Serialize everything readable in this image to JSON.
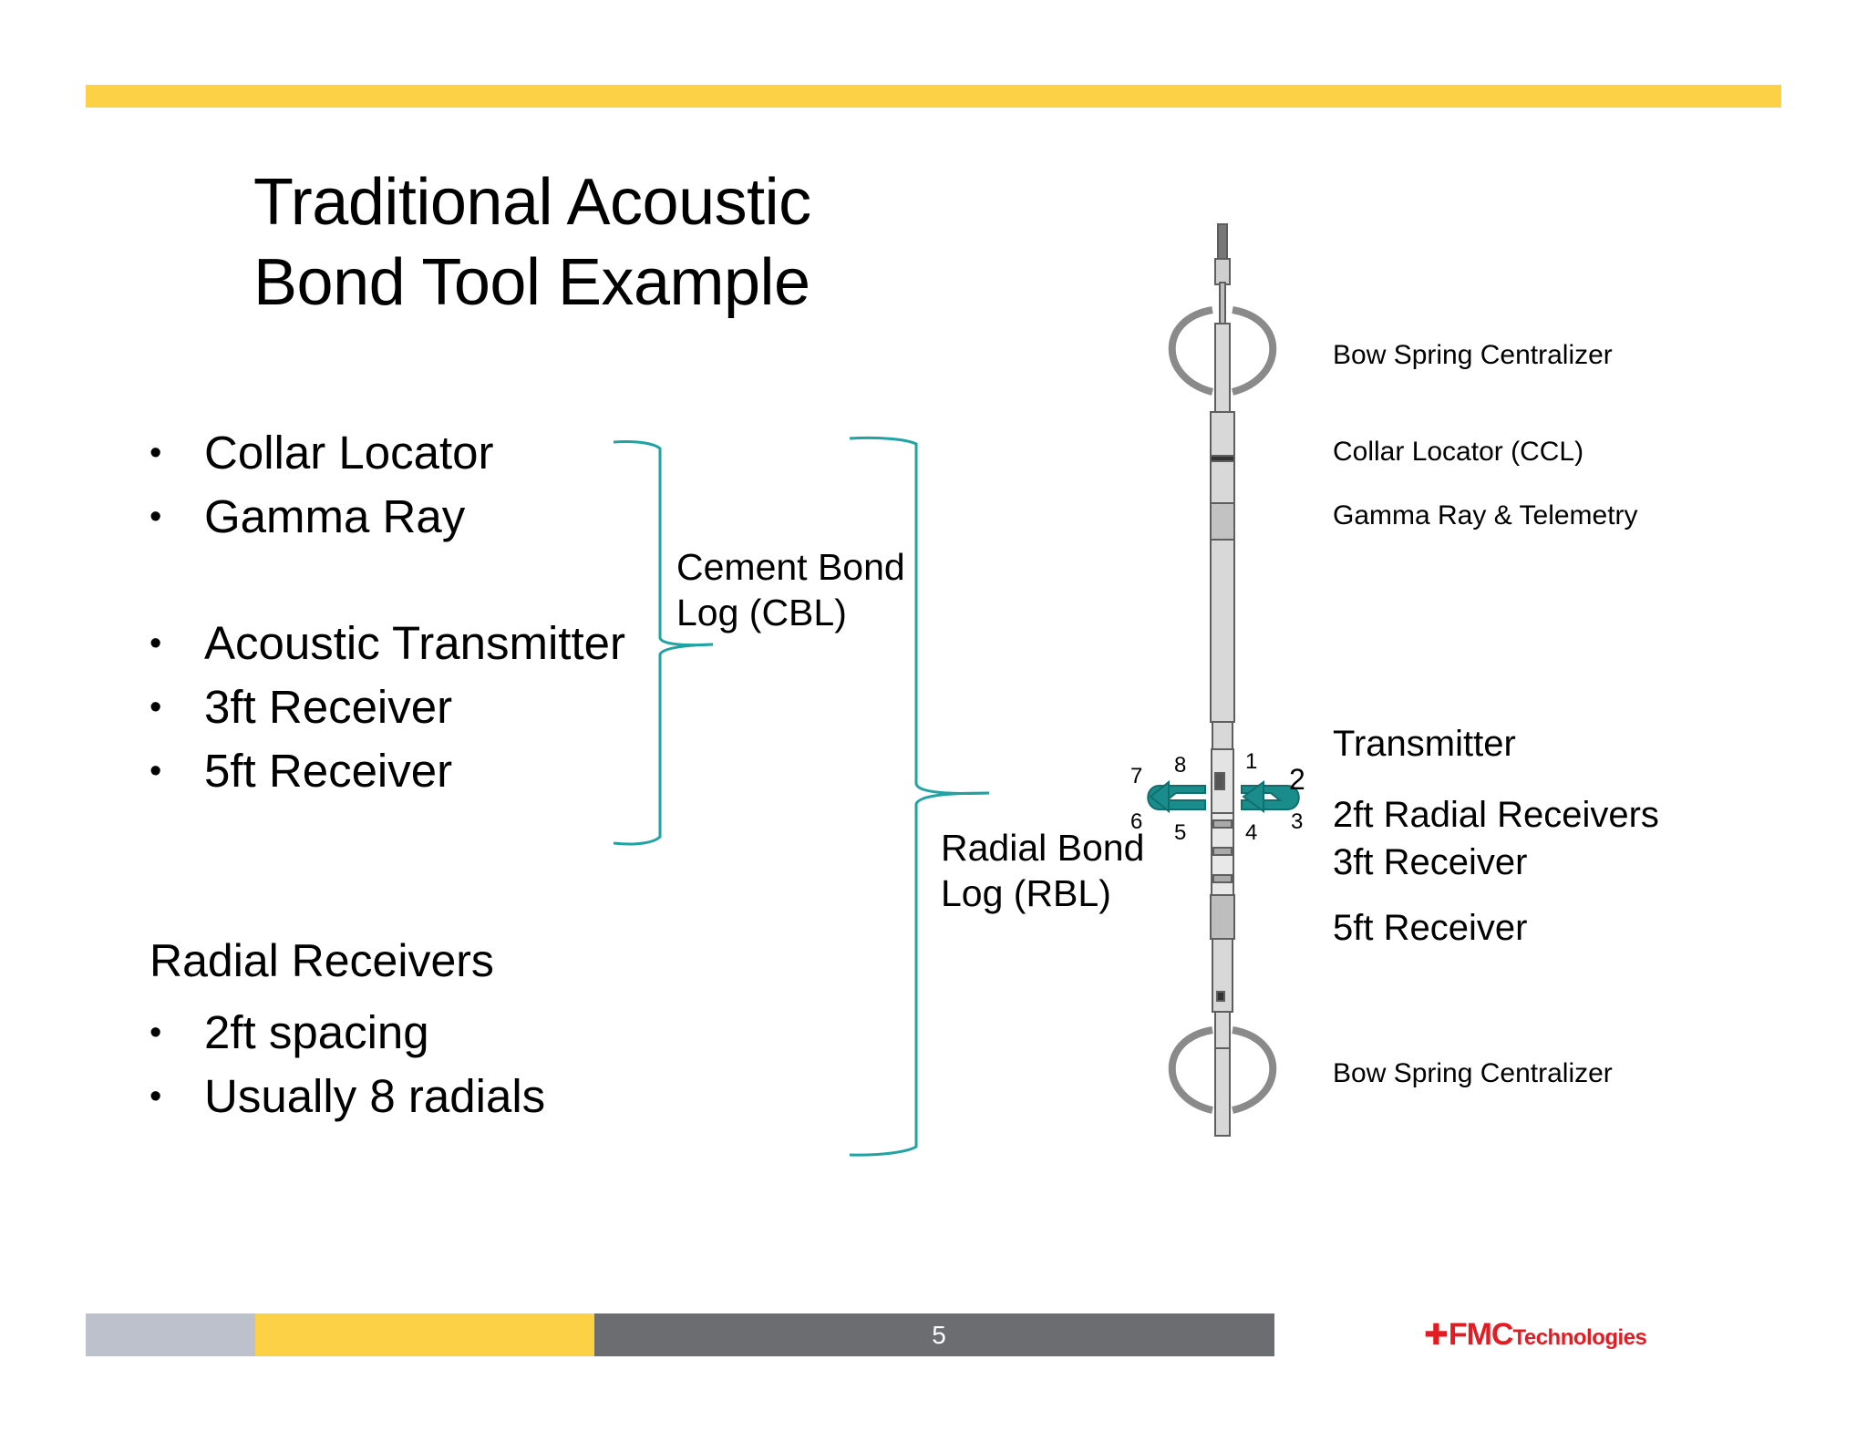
{
  "slide": {
    "title_line1": "Traditional Acoustic",
    "title_line2": "Bond Tool Example",
    "page_number": "5",
    "colors": {
      "accent_yellow": "#FDD145",
      "bracket": "#1FA3A3",
      "arrow": "#1A8C8C",
      "footer_gray": "#BCC1CC",
      "footer_dark": "#6B6D70",
      "logo_red": "#E31B23"
    }
  },
  "left_list_1": [
    "Collar Locator",
    "Gamma Ray"
  ],
  "left_list_2": [
    "Acoustic Transmitter",
    "3ft Receiver",
    "5ft Receiver"
  ],
  "radial": {
    "heading": "Radial Receivers",
    "items": [
      "2ft spacing",
      "Usually  8 radials"
    ]
  },
  "brackets": {
    "cbl_line1": "Cement Bond",
    "cbl_line2": "Log (CBL)",
    "rbl_line1": "Radial Bond",
    "rbl_line2": "Log (RBL)"
  },
  "tool_labels": {
    "centralizer_top": "Bow  Spring Centralizer",
    "ccl": "Collar Locator (CCL)",
    "gamma": "Gamma Ray & Telemetry",
    "transmitter": "Transmitter",
    "radial_receivers": "2ft Radial Receivers",
    "receiver_3ft": "3ft Receiver",
    "receiver_5ft": "5ft Receiver",
    "centralizer_bottom": "Bow  Spring Centralizer"
  },
  "receiver_numbers": [
    "1",
    "2",
    "3",
    "4",
    "5",
    "6",
    "7",
    "8"
  ],
  "logo": {
    "brand": "FMC",
    "suffix": "Technologies",
    "icon": "fmc-cross-icon"
  }
}
